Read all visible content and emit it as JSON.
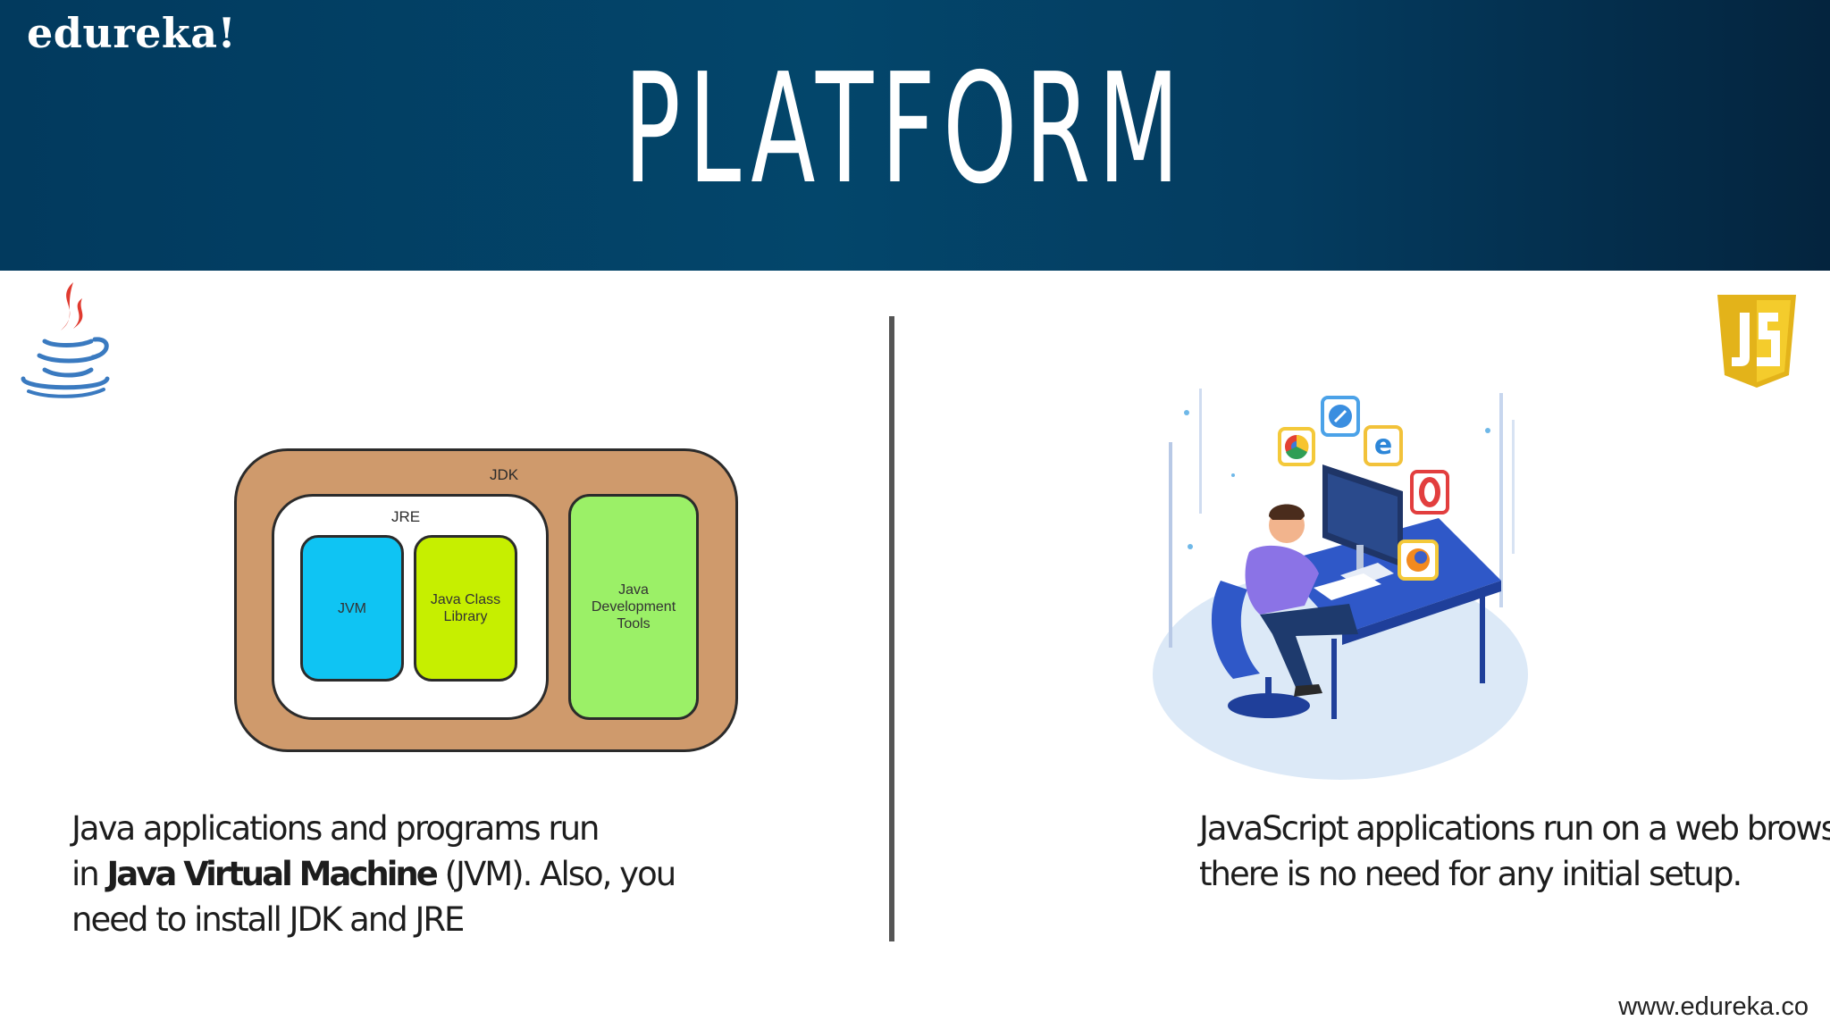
{
  "header": {
    "brand": "edureka!",
    "title": "PLATFORM"
  },
  "diagram": {
    "jdk_label": "JDK",
    "jre_label": "JRE",
    "jvm_label": "JVM",
    "jcl_label": "Java Class Library",
    "jdt_label": "Java Development Tools"
  },
  "java_text": {
    "line1": "Java applications and programs run",
    "line2_prefix": "in ",
    "line2_bold": "Java Virtual Machine",
    "line2_suffix": " (JVM). Also, you",
    "line3": "need to install JDK and JRE"
  },
  "js_text": {
    "line1": "JavaScript applications run on a web browser.",
    "line2": "there is no need for any initial setup."
  },
  "footer": {
    "url": "www.edureka.co"
  },
  "icons": {
    "left_logo": "java-coffee-cup-icon",
    "right_logo": "javascript-shield-icon",
    "illustration": "developer-at-desk-with-browsers-illustration"
  },
  "colors": {
    "banner": "#03466b",
    "jdk": "#cf9a6c",
    "jvm": "#0fc4f3",
    "jcl": "#c6ef00",
    "jdt": "#9bf067",
    "js_yellow": "#f0c419"
  }
}
